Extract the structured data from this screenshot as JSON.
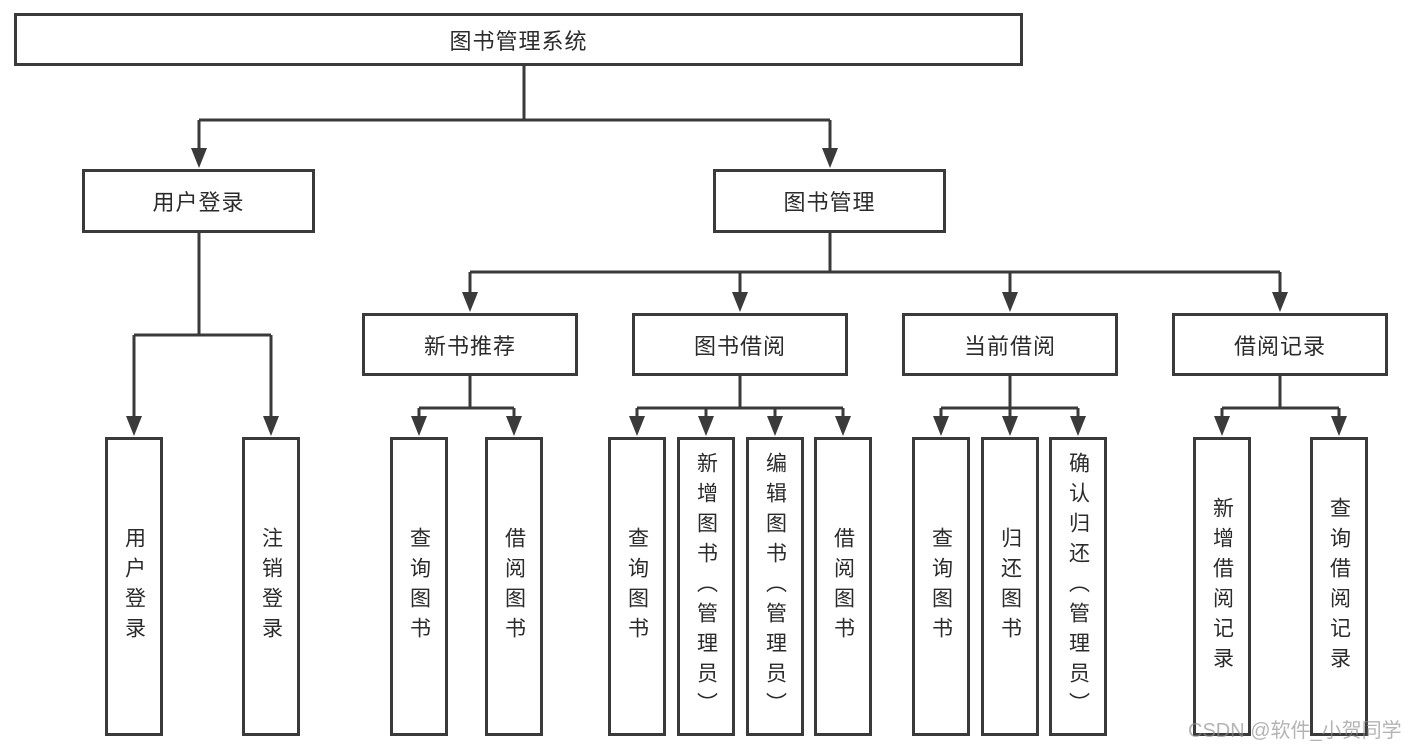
{
  "tree": {
    "root": {
      "label": "图书管理系统",
      "children": [
        {
          "label": "用户登录",
          "children": [
            {
              "label": "用户登录"
            },
            {
              "label": "注销登录"
            }
          ]
        },
        {
          "label": "图书管理",
          "children": [
            {
              "label": "新书推荐",
              "children": [
                {
                  "label": "查询图书"
                },
                {
                  "label": "借阅图书"
                }
              ]
            },
            {
              "label": "图书借阅",
              "children": [
                {
                  "label": "查询图书"
                },
                {
                  "label": "新增图书（管理员）"
                },
                {
                  "label": "编辑图书（管理员）"
                },
                {
                  "label": "借阅图书"
                }
              ]
            },
            {
              "label": "当前借阅",
              "children": [
                {
                  "label": "查询图书"
                },
                {
                  "label": "归还图书"
                },
                {
                  "label": "确认归还（管理员）"
                }
              ]
            },
            {
              "label": "借阅记录",
              "children": [
                {
                  "label": "新增借阅记录"
                },
                {
                  "label": "查询借阅记录"
                }
              ]
            }
          ]
        }
      ]
    }
  },
  "watermark": {
    "text": "CSDN @软件_小贺同学"
  },
  "colors": {
    "line": "#3a3a3a",
    "text": "#2b2b2b",
    "watermark": "#8c8c8c"
  }
}
